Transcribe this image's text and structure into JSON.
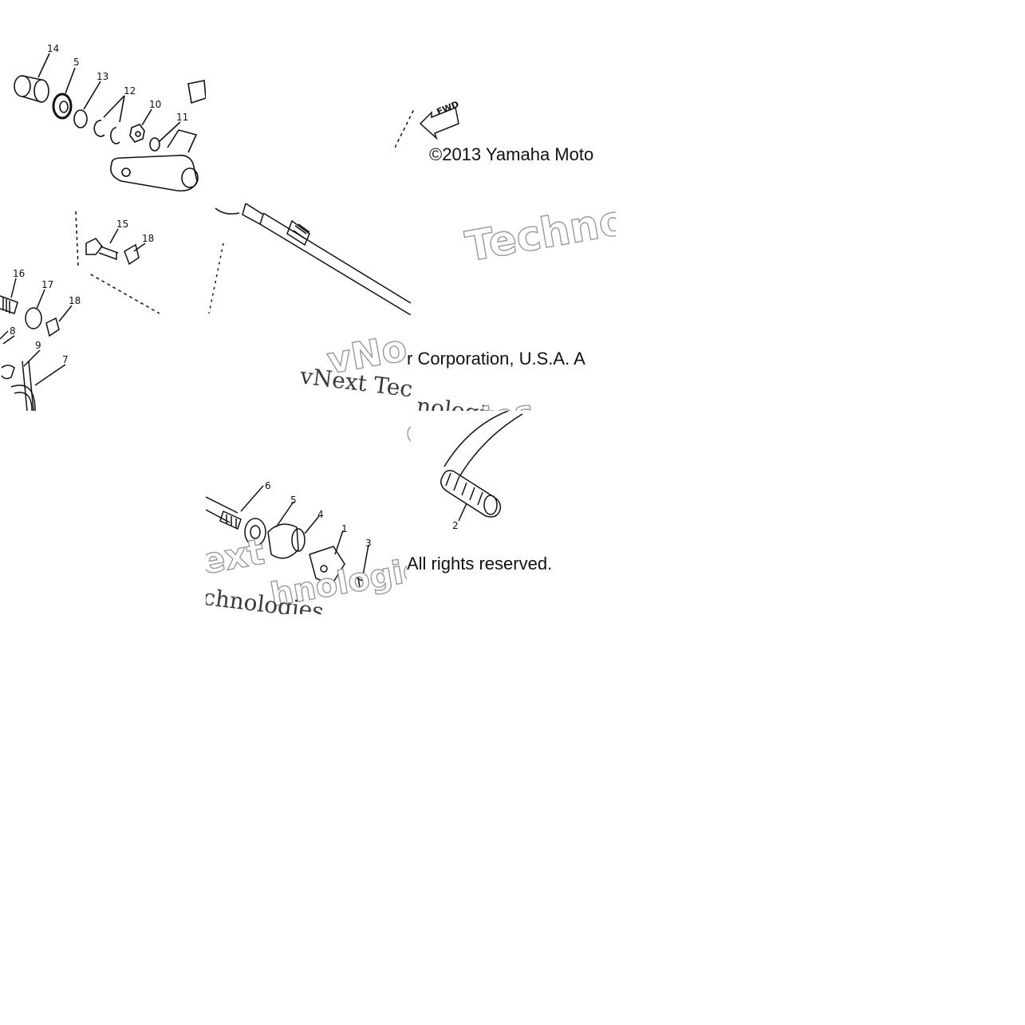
{
  "diagram": {
    "part_callouts": {
      "a": [
        "14",
        "5",
        "13",
        "12",
        "10",
        "11"
      ],
      "b": [
        "15",
        "18"
      ],
      "c": [
        "16",
        "17",
        "18",
        "8",
        "9",
        "7"
      ],
      "d": [
        "6",
        "5",
        "4",
        "1",
        "3"
      ],
      "e": [
        "2"
      ]
    },
    "direction_marker": "FWD",
    "copyright": {
      "line1": "©2013 Yamaha Moto",
      "line2": "r Corporation, U.S.A. A",
      "line3": "All rights reserved."
    },
    "watermarks": {
      "techno": "Techno",
      "vnext_tec": "vNext Tec",
      "nologies": "nologies",
      "vno": "vNo",
      "ext": "ext",
      "chnologies": "chnologies",
      "logies": "ologies",
      "plain_nologies": "hnologies"
    },
    "colors": {
      "ink": "#111111",
      "watermark_outline": "#9a9a9a",
      "background": "#ffffff"
    }
  }
}
